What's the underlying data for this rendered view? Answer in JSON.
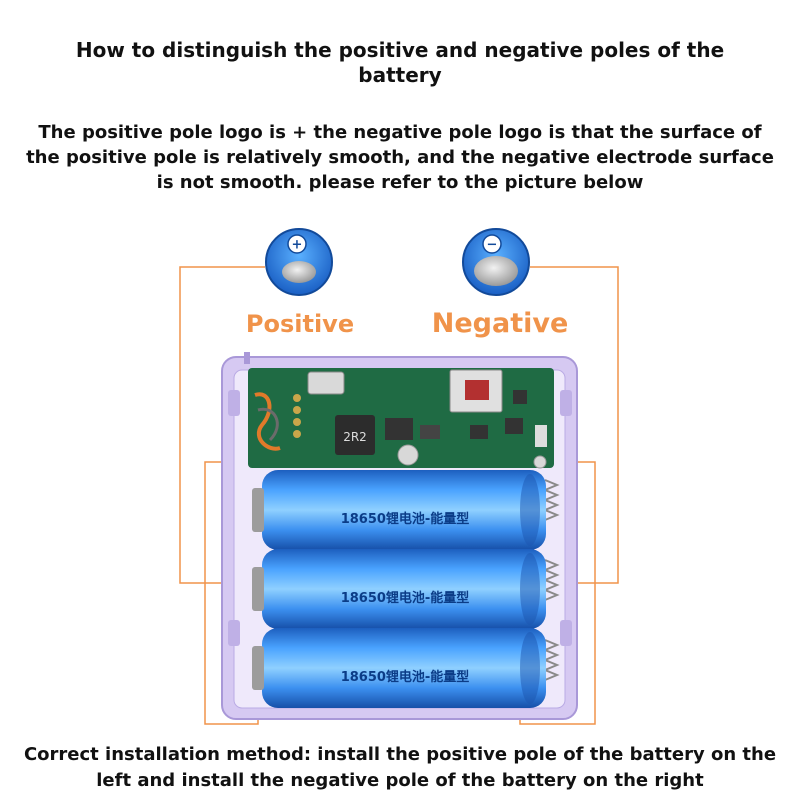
{
  "title": "How to distinguish the positive and negative poles of the battery",
  "description": "The positive pole logo is + the negative pole logo is that the surface of the positive pole is relatively smooth, and the negative electrode surface is not smooth. please refer to the picture below",
  "labels": {
    "positive": "Positive",
    "negative": "Negative"
  },
  "pole_symbols": {
    "positive": "+",
    "negative": "−"
  },
  "battery_label": "18650锂电池-能量型",
  "battery_count": 3,
  "pcb_marking": "2R2",
  "footer": "Correct installation method: install the positive pole of the battery on the left and install the negative pole of the battery on the right",
  "colors": {
    "accent_orange": "#f0934a",
    "battery_blue": "#2a7fe0",
    "case_purple": "#c6b6ea",
    "pcb_green": "#1f6b44"
  }
}
